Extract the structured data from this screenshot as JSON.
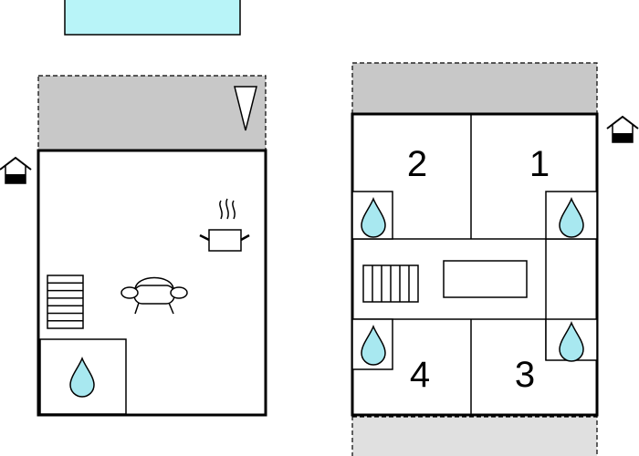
{
  "floors": [
    {
      "name": "ground-floor",
      "features": [
        "pool",
        "terrace",
        "entrance",
        "kitchen",
        "sofa",
        "stairs",
        "bathroom"
      ]
    },
    {
      "name": "upper-floor",
      "rooms": [
        {
          "label": "2",
          "bathroom": true
        },
        {
          "label": "1",
          "bathroom": true
        },
        {
          "label": "4",
          "bathroom": true
        },
        {
          "label": "3",
          "bathroom": true
        }
      ],
      "features": [
        "balcony",
        "entrance",
        "stairs",
        "table",
        "terrace"
      ]
    }
  ],
  "colors": {
    "wall": "#000000",
    "terrace": "#c8c8c8",
    "terrace_light": "#e0e0e0",
    "pool": "#b8f4f8",
    "water_drop": "#a8e8f0"
  },
  "icons": [
    "entrance-icon",
    "water-drop-icon",
    "cooking-pot-icon",
    "sofa-icon",
    "stairs-icon",
    "pointer-triangle-icon"
  ]
}
